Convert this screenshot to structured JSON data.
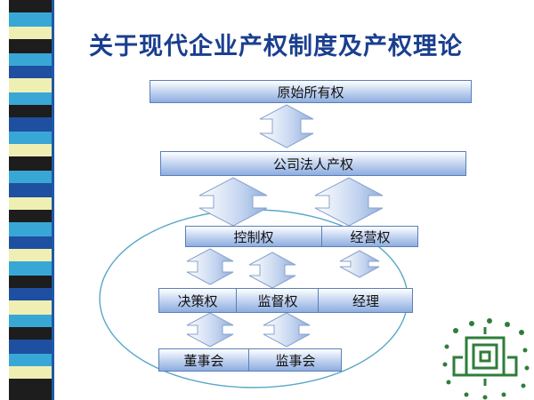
{
  "title": "关于现代企业产权制度及产权理论",
  "boxes": {
    "original_ownership": "原始所有权",
    "corporate_property": "公司法人产权",
    "control_right": "控制权",
    "management_right": "经营权",
    "decision_right": "决策权",
    "supervision_right": "监督权",
    "manager": "经理",
    "board_of_directors": "董事会",
    "board_of_supervisors": "监事会"
  },
  "colors": {
    "title": "#1a3f8f",
    "box_top": "#ffffff",
    "box_bottom": "#8eaee0",
    "box_border": "#5a7fb8",
    "ellipse": "#5aa8c8",
    "logo": "#2e7d3a"
  },
  "icons": {
    "arrow": "double-arrow-up-down",
    "logo": "university-seal"
  }
}
